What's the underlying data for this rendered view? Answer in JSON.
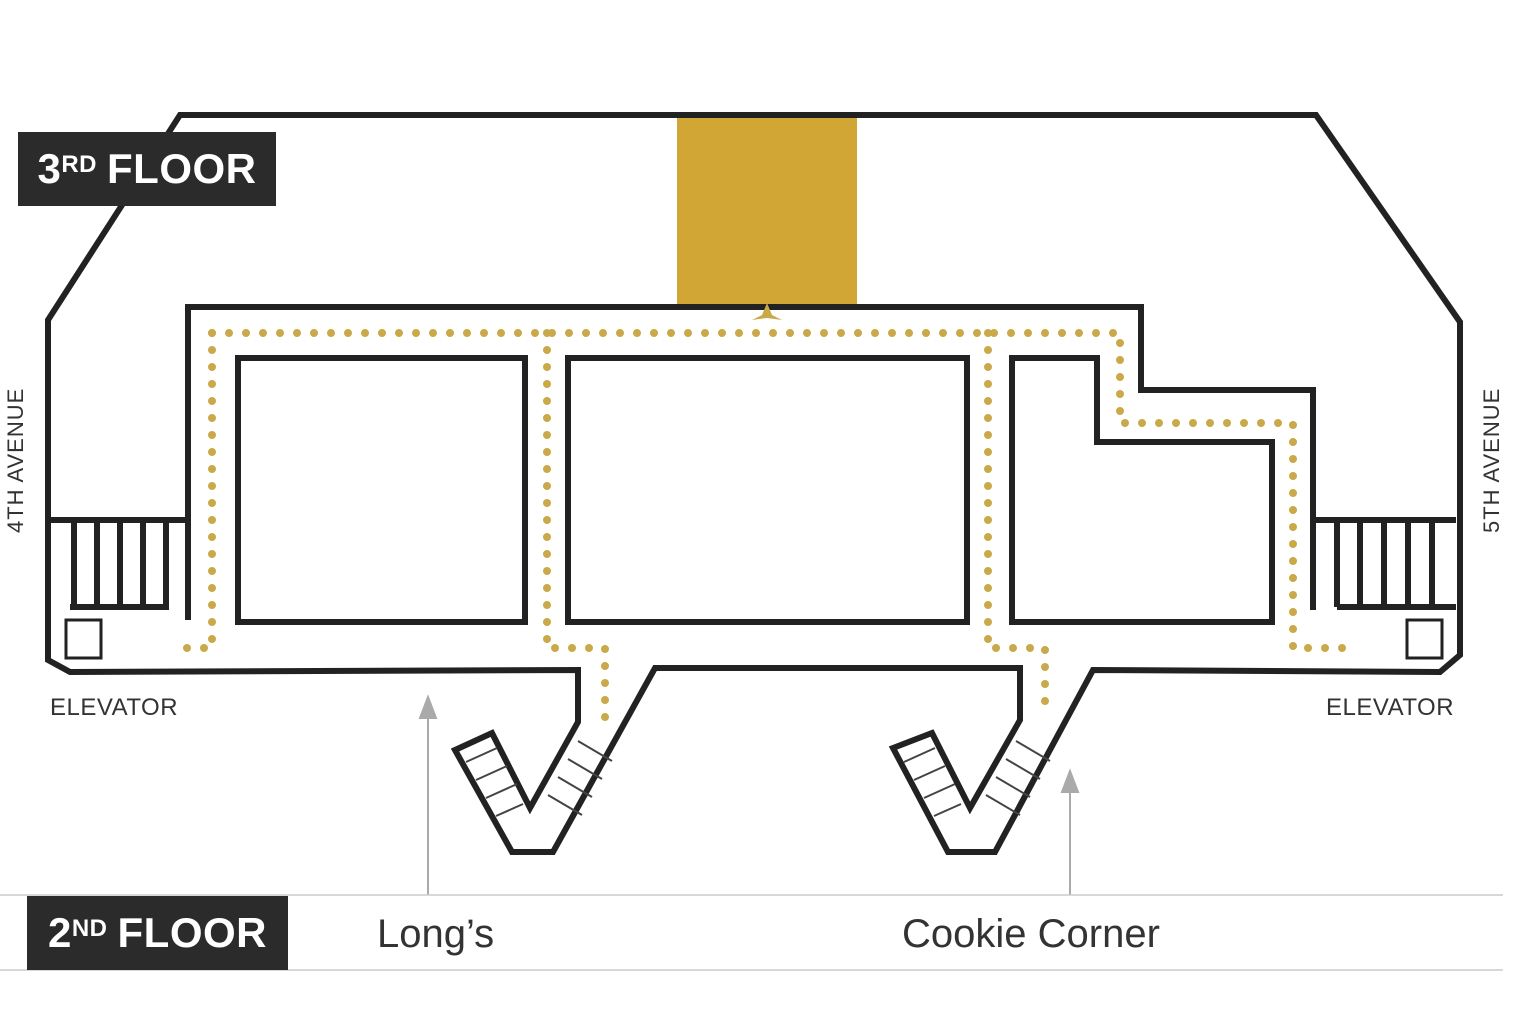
{
  "floors": {
    "upper": {
      "number": "3",
      "suffix": "RD",
      "word": "FLOOR"
    },
    "lower": {
      "number": "2",
      "suffix": "ND",
      "word": "FLOOR"
    }
  },
  "streets": {
    "left": "4TH AVENUE",
    "right": "5TH AVENUE"
  },
  "elevators": {
    "left": "ELEVATOR",
    "right": "ELEVATOR"
  },
  "stores_below": [
    "Long’s",
    "Cookie Corner"
  ],
  "colors": {
    "highlight": "#d1a634",
    "path_dots": "#c9a94a",
    "walls": "#222222",
    "badge": "#2b2b2b"
  }
}
